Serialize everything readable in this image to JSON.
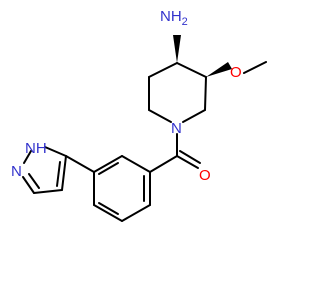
{
  "molecule": {
    "atom_labels": {
      "amine": "NH",
      "amine_sub": "2",
      "piperidine_n": "N",
      "carbonyl_o": "O",
      "pyrazole_nh": "NH",
      "pyrazole_n": "N"
    },
    "colors": {
      "bond": "#000000",
      "nitrogen": "#3333cc",
      "oxygen": "#ff0000"
    }
  }
}
